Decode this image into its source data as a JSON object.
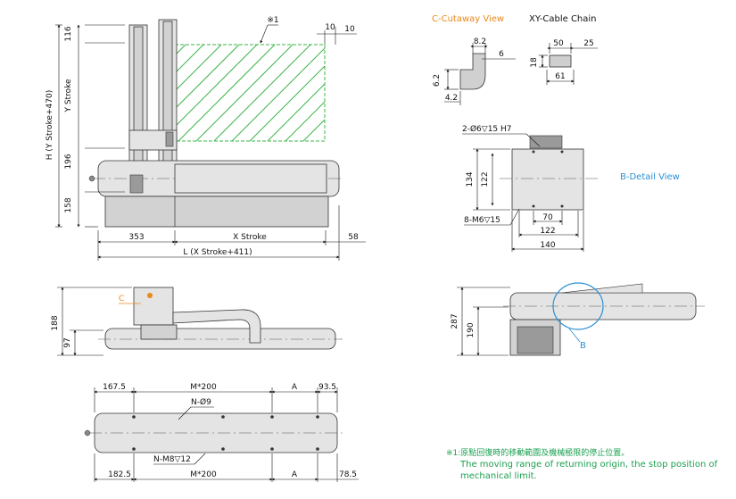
{
  "views": {
    "cutaway_title": "C-Cutaway View",
    "cable_chain_title": "XY-Cable Chain",
    "detail_title": "B-Detail View",
    "detail_marker": "B",
    "cutaway_marker": "C",
    "note_marker": "※1"
  },
  "front_view": {
    "dim_116": "116",
    "y_stroke": "Y Stroke",
    "h_total": "H (Y Stroke+470)",
    "dim_196": "196",
    "dim_158": "158",
    "dim_353": "353",
    "x_stroke": "X Stroke",
    "dim_58": "58",
    "l_total": "L (X Stroke+411)",
    "dim_10a": "10",
    "dim_10b": "10"
  },
  "cutaway": {
    "dim_82": "8.2",
    "dim_6": "6",
    "dim_62": "6.2",
    "dim_42": "4.2"
  },
  "cable_chain": {
    "dim_50": "50",
    "dim_25": "25",
    "dim_18": "18",
    "dim_61": "61"
  },
  "detail": {
    "holes_h7": "2-Ø6▽15 H7",
    "taps": "8-M6▽15",
    "dim_134": "134",
    "dim_122v": "122",
    "dim_70": "70",
    "dim_122h": "122",
    "dim_140": "140"
  },
  "side_view": {
    "dim_188": "188",
    "dim_97": "97"
  },
  "right_view": {
    "dim_287": "287",
    "dim_190": "190"
  },
  "bottom_view": {
    "dim_1675": "167.5",
    "m200_top": "M*200",
    "a_top": "A",
    "dim_935": "93.5",
    "holes_n": "N-Ø9",
    "taps_n": "N-M8▽12",
    "dim_1825": "182.5",
    "m200_bottom": "M*200",
    "a_bottom": "A",
    "dim_785": "78.5"
  },
  "footnote": {
    "line1": "※1:原點回復時的移動範圍及機械極限的停止位置。",
    "line2": "The moving range of returning origin, the stop position of",
    "line3": "mechanical limit."
  },
  "colors": {
    "orange_title": "#e8891a",
    "green_note": "#1aa050",
    "blue_detail": "#2a8fd6",
    "hatch_green": "#3db54a"
  }
}
